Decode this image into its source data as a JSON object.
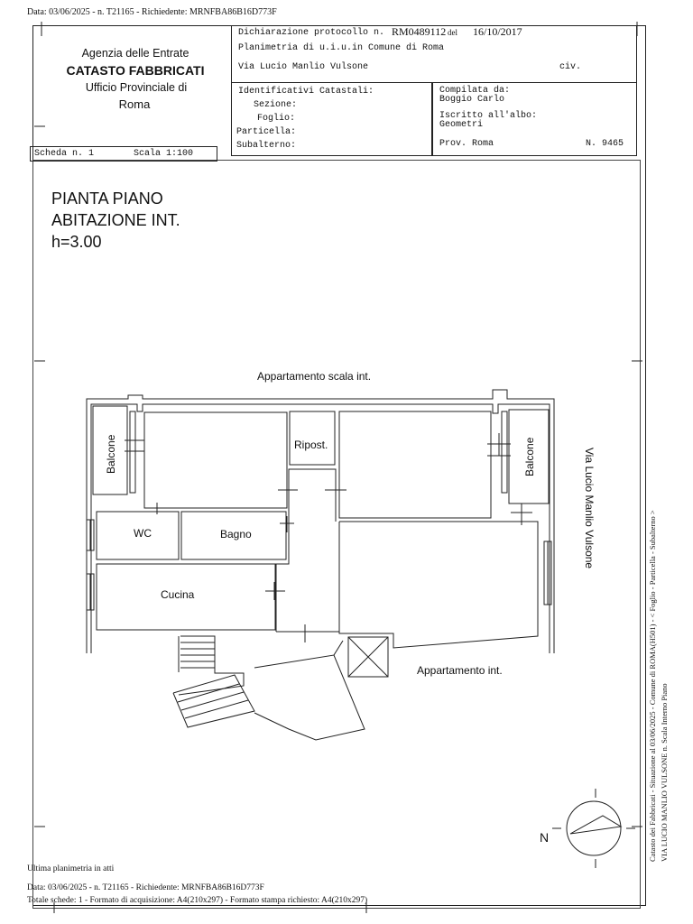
{
  "top_note": "Data: 03/06/2025 - n. T21165 - Richiedente: MRNFBA86B16D773F",
  "agency": {
    "line1": "Agenzia delle Entrate",
    "line2": "CATASTO FABBRICATI",
    "line3": "Ufficio Provinciale di",
    "line4": "Roma"
  },
  "header": {
    "protocol_label": "Dichiarazione protocollo n.",
    "protocol_value": "RM0489112",
    "date_label": "del",
    "date_value": "16/10/2017",
    "plan_label": "Planimetria di u.i.u.in Comune di Roma",
    "street": "Via Lucio Manlio Vulsone",
    "civ_label": "civ."
  },
  "identifiers": {
    "title": "Identificativi Catastali:",
    "sezione": "Sezione:",
    "foglio": "Foglio:",
    "particella": "Particella:",
    "subalterno": "Subalterno:"
  },
  "compiler": {
    "compiled_label": "Compilata da:",
    "compiled_value": "Boggio Carlo",
    "registered_label": "Iscritto all'albo:",
    "registered_value": "Geometri",
    "prov": "Prov. Roma",
    "number": "N. 9465"
  },
  "scheda": {
    "scheda": "Scheda n. 1",
    "scala": "Scala 1:100"
  },
  "plan_title": {
    "line1": "PIANTA PIANO",
    "line2": "ABITAZIONE INT.",
    "line3": "h=3.00"
  },
  "rooms": {
    "appartamento_top": "Appartamento scala   int.",
    "balcone_left": "Balcone",
    "balcone_right": "Balcone",
    "ripost": "Ripost.",
    "wc": "WC",
    "bagno": "Bagno",
    "cucina": "Cucina",
    "appartamento_int": "Appartamento int.",
    "street_vertical": "Via Lucio Manlio Vulsone"
  },
  "compass_letter": "N",
  "side_note": {
    "line1": "Catasto dei Fabbricati - Situazione al 03/06/2025 - Comune di ROMA(H501) - < Foglio    - Particella    - Subalterno  >",
    "line2": "VIA LUCIO MANLIO VULSONE n.     Scala   Interno   Piano"
  },
  "footer": {
    "last_plan": "Ultima planimetria in atti",
    "line1": "Data: 03/06/2025 - n. T21165 - Richiedente: MRNFBA86B16D773F",
    "line2": "Totale schede: 1 - Formato di acquisizione: A4(210x297)  - Formato stampa richiesto: A4(210x297)"
  }
}
